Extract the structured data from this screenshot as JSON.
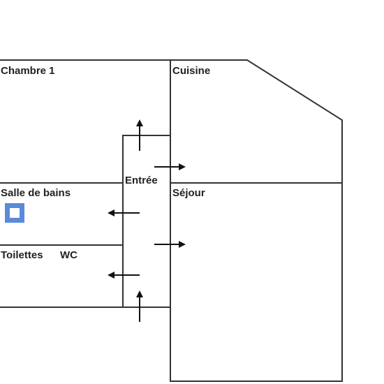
{
  "rooms": {
    "chambre1": "Chambre 1",
    "cuisine": "Cuisine",
    "entree": "Entrée",
    "salle_de_bains": "Salle de bains",
    "sejour": "Séjour",
    "toilettes": "Toilettes",
    "wc": "WC"
  },
  "colors": {
    "wall": "#333333",
    "arrow": "#111111",
    "fixture": "#5a8ad8"
  },
  "icons": {
    "fixture": "square-fixture-icon",
    "arrow": "arrow-icon"
  }
}
